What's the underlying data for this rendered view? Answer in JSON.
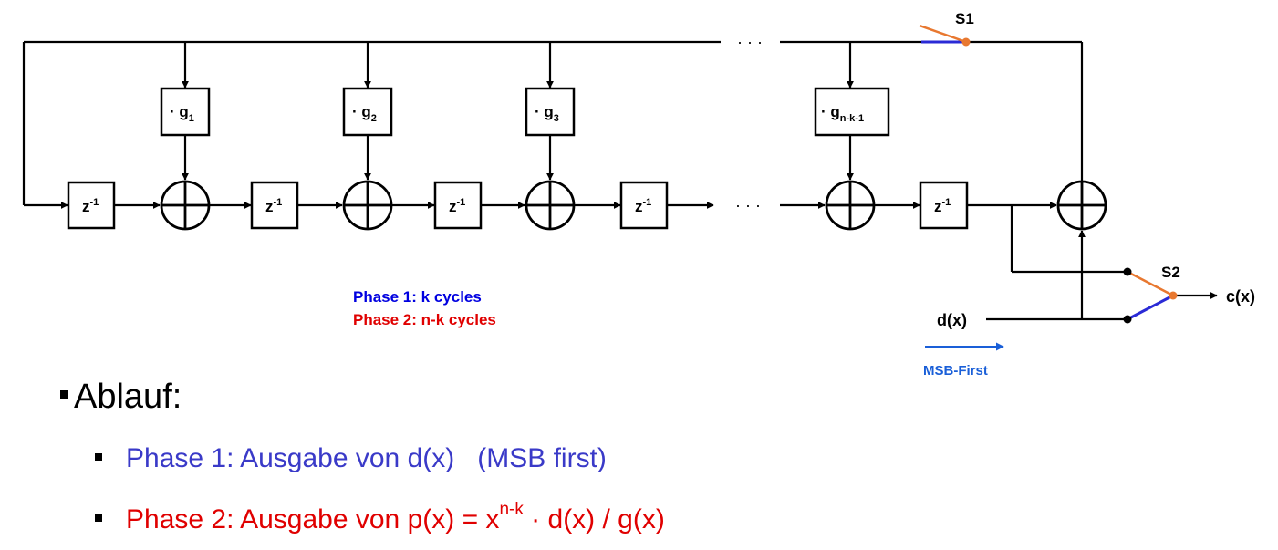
{
  "diagram": {
    "registers": [
      "z",
      "z",
      "z",
      "z",
      "z"
    ],
    "register_exponent": "-1",
    "gain_prefix": "· g",
    "gains": [
      "1",
      "2",
      "3",
      "n-k-1"
    ],
    "ellipsis_top": "· · ·",
    "ellipsis_mid": "· · ·",
    "switch1": "S1",
    "switch2": "S2",
    "input_label": "d(x)",
    "output_label": "c(x)",
    "phase1_label": "Phase 1: k cycles",
    "phase2_label": "Phase 2: n-k cycles",
    "msb_label": "MSB-First"
  },
  "colors": {
    "phase1": "#0000e0",
    "phase2": "#e00000",
    "msb": "#1a5fd8",
    "switch_blue": "#2a2ad6",
    "switch_orange": "#e87830",
    "bullet_phase1": "#3a3ac8",
    "bullet_phase2": "#e00000"
  },
  "bullets": {
    "title": "Ablauf:",
    "phase1": "Phase 1: Ausgabe von d(x)   (MSB first)",
    "phase2_pre": "Phase 2: Ausgabe von p(x) = x",
    "phase2_sup": "n-k",
    "phase2_post": " · d(x) / g(x)"
  }
}
